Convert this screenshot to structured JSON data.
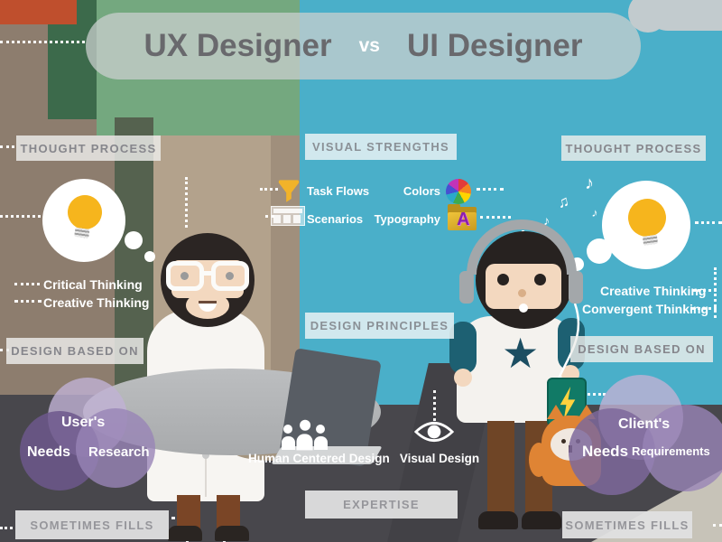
{
  "header": {
    "ux_title": "UX Designer",
    "vs_label": "vs",
    "ui_title": "UI Designer"
  },
  "ux_side": {
    "thought_process_label": "THOUGHT PROCESS",
    "lightbulb_icon": "lightbulb-icon",
    "thinking_items": [
      "Critical Thinking",
      "Creative Thinking"
    ],
    "design_based_on_label": "DESIGN BASED ON",
    "venn": {
      "top": "User's",
      "left": "Needs",
      "right": "Research"
    },
    "sometimes_fills_label": "SOMETIMES FILLS",
    "expertise_item": {
      "label": "Human Centered Design",
      "icon": "people-group-icon"
    }
  },
  "center": {
    "visual_strengths_label": "VISUAL STRENGTHS",
    "ux_strengths": [
      {
        "label": "Task Flows",
        "icon": "funnel-icon"
      },
      {
        "label": "Scenarios",
        "icon": "wireframe-icon"
      }
    ],
    "ui_strengths": [
      {
        "label": "Colors",
        "icon": "color-wheel-icon"
      },
      {
        "label": "Typography",
        "icon": "typography-folder-icon",
        "letter": "A"
      }
    ],
    "design_principles_label": "DESIGN PRINCIPLES",
    "expertise_label": "EXPERTISE"
  },
  "ui_side": {
    "thought_process_label": "THOUGHT PROCESS",
    "lightbulb_icon": "lightbulb-icon",
    "music_notes": [
      "♪",
      "♫",
      "♪",
      "♪"
    ],
    "thinking_items": [
      "Creative Thinking",
      "Convergent Thinking"
    ],
    "design_based_on_label": "DESIGN BASED ON",
    "venn": {
      "top": "Client's",
      "left": "Needs",
      "right": "Requirements"
    },
    "sometimes_fills_label": "SOMETIMES FILLS",
    "expertise_item": {
      "label": "Visual Design",
      "icon": "eye-icon"
    },
    "shirt_star_glyph": "★"
  },
  "colors": {
    "ui_panel_teal": "#4aafc9",
    "bulb_yellow": "#f6b51d",
    "venn_purple": "#7b6694",
    "floor_gray": "#48474c",
    "accent_orange": "#bf4f2d"
  }
}
